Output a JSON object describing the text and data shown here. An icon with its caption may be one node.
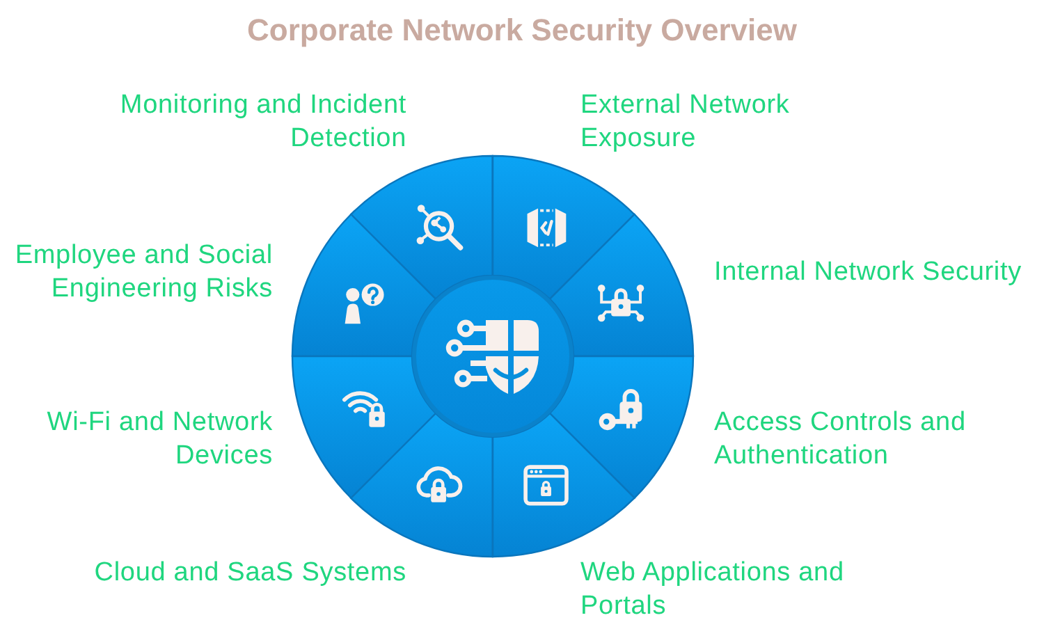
{
  "diagram": {
    "title": "Corporate Network Security Overview",
    "nodes": [
      {
        "text": [
          "Monitoring and Incident Detection"
        ]
      },
      {
        "text": [
          "External Network Exposure"
        ]
      },
      {
        "text": [
          "Internal Network Security"
        ]
      },
      {
        "text": [
          "Access Controls and Authentication"
        ]
      },
      {
        "text": [
          "Web Applications and Portals"
        ]
      },
      {
        "text": [
          "Cloud and SaaS Systems"
        ]
      },
      {
        "text": [
          "Wi-Fi and Network Devices"
        ]
      },
      {
        "text": [
          "Employee and Social Engineering Risks"
        ]
      },
      {
        "text": [],
        "shape": "circle"
      }
    ]
  }
}
